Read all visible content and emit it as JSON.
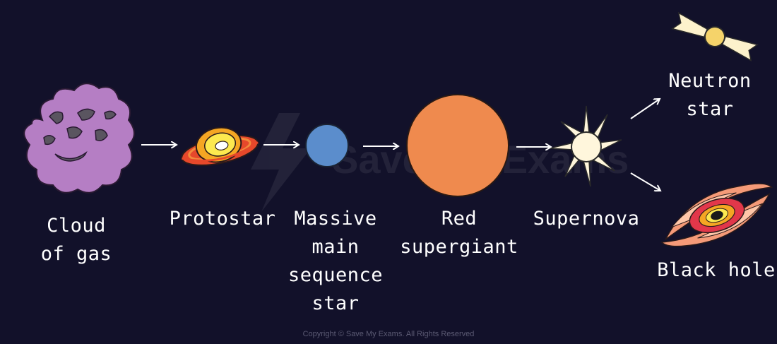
{
  "stages": {
    "cloud": [
      "Cloud",
      "of gas"
    ],
    "protostar": [
      "Protostar"
    ],
    "main_sequence": [
      "Massive",
      "main",
      "sequence",
      "star"
    ],
    "red_supergiant": [
      "Red",
      "supergiant"
    ],
    "supernova": [
      "Supernova"
    ],
    "neutron_star": [
      "Neutron",
      "star"
    ],
    "black_hole": [
      "Black hole"
    ]
  },
  "watermark": "Save My Exams",
  "copyright": "Copyright © Save My Exams. All Rights Reserved",
  "colors": {
    "background": "#12112a",
    "cloud": "#b57ec4",
    "main_sequence": "#5b8dcc",
    "red_supergiant": "#ef8a4e",
    "supernova": "#fff6dc",
    "neutron_star": "#f5d36a"
  }
}
